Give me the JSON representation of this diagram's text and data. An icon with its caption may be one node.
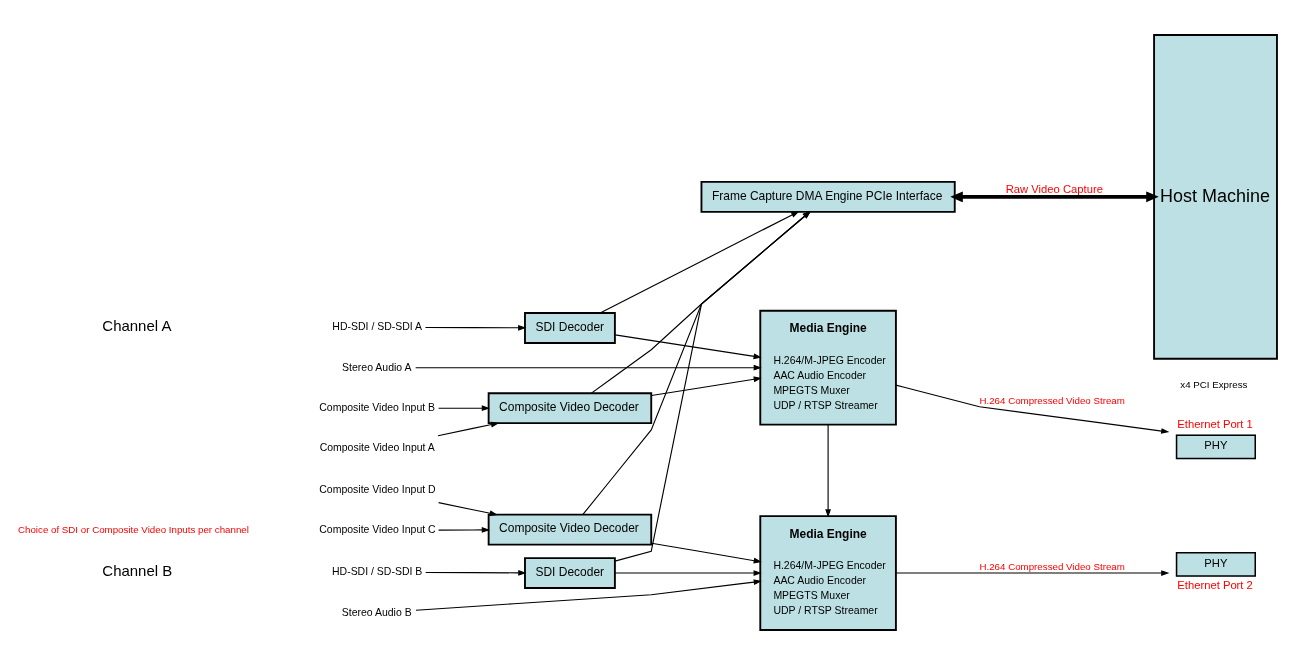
{
  "diagram": {
    "nodes": [
      {
        "text": [
          "Frame Capture DMA Engine PCIe Interface"
        ]
      },
      {
        "text": [
          "Host Machine"
        ]
      },
      {
        "text": [
          "Stereo Audio A"
        ]
      },
      {
        "text": [
          "Media Engine",
          "H.264/M-JPEG Encoder",
          "AAC Audio Encoder",
          "MPEGTS Muxer",
          "UDP / RTSP Streamer"
        ]
      },
      {
        "text": [
          "PHY"
        ],
        "beside": [
          "Ethernet Port 1"
        ]
      },
      {
        "text": [
          "HD-SDI / SD-SDI A"
        ]
      },
      {
        "text": [
          "SDI Decoder"
        ]
      },
      {
        "text": [
          "Composite Video Input A"
        ]
      },
      {
        "text": [
          "Composite Video Decoder"
        ]
      },
      {
        "text": [
          "Composite Video Input B"
        ]
      },
      {
        "text": [
          "Composite Video Input C"
        ]
      },
      {
        "text": [
          "Composite Video Decoder"
        ]
      },
      {
        "text": [
          "Media Engine",
          "H.264/M-JPEG Encoder",
          "AAC Audio Encoder",
          "MPEGTS Muxer",
          "UDP / RTSP Streamer"
        ]
      },
      {
        "text": [
          "Composite Video Input D"
        ]
      },
      {
        "text": [
          "HD-SDI / SD-SDI B"
        ]
      },
      {
        "text": [
          "SDI Decoder"
        ]
      },
      {
        "text": [
          "PHY"
        ],
        "beside": [
          "Ethernet Port 2"
        ]
      },
      {
        "text": [
          "Stereo Audio B"
        ]
      }
    ],
    "edges": [
      {
        "from": 0,
        "to": 1,
        "arrow": "both",
        "label": "Raw Video Capture",
        "style": "thick"
      },
      {
        "from": 2,
        "to": 3,
        "arrow": "to"
      },
      {
        "from": 5,
        "to": 6,
        "arrow": "to"
      },
      {
        "from": 6,
        "to": 3,
        "arrow": "to"
      },
      {
        "from": 6,
        "to": 0,
        "arrow": "to"
      },
      {
        "from": 7,
        "to": 8,
        "arrow": "to"
      },
      {
        "from": 9,
        "to": 8,
        "arrow": "to"
      },
      {
        "from": 8,
        "to": 3,
        "arrow": "to"
      },
      {
        "from": 8,
        "to": 0,
        "arrow": "to"
      },
      {
        "from": 3,
        "to": 4,
        "arrow": "to",
        "label": "H.264 Compressed Video Stream"
      },
      {
        "from": 3,
        "to": 12,
        "arrow": "to"
      },
      {
        "from": 10,
        "to": 11,
        "arrow": "to"
      },
      {
        "from": 13,
        "to": 11,
        "arrow": "to"
      },
      {
        "from": 11,
        "to": 12,
        "arrow": "to"
      },
      {
        "from": 11,
        "to": 0,
        "arrow": "to"
      },
      {
        "from": 14,
        "to": 15,
        "arrow": "to"
      },
      {
        "from": 15,
        "to": 12,
        "arrow": "to"
      },
      {
        "from": 15,
        "to": 0,
        "arrow": "to"
      },
      {
        "from": 12,
        "to": 16,
        "arrow": "to",
        "label": "H.264 Compressed Video Stream"
      },
      {
        "from": 17,
        "to": 12,
        "arrow": "to"
      }
    ],
    "labels": [
      "x4 PCI Express",
      "Channel A",
      "Choice of SDI or Composite Video Inputs per channel",
      "Channel B"
    ]
  }
}
